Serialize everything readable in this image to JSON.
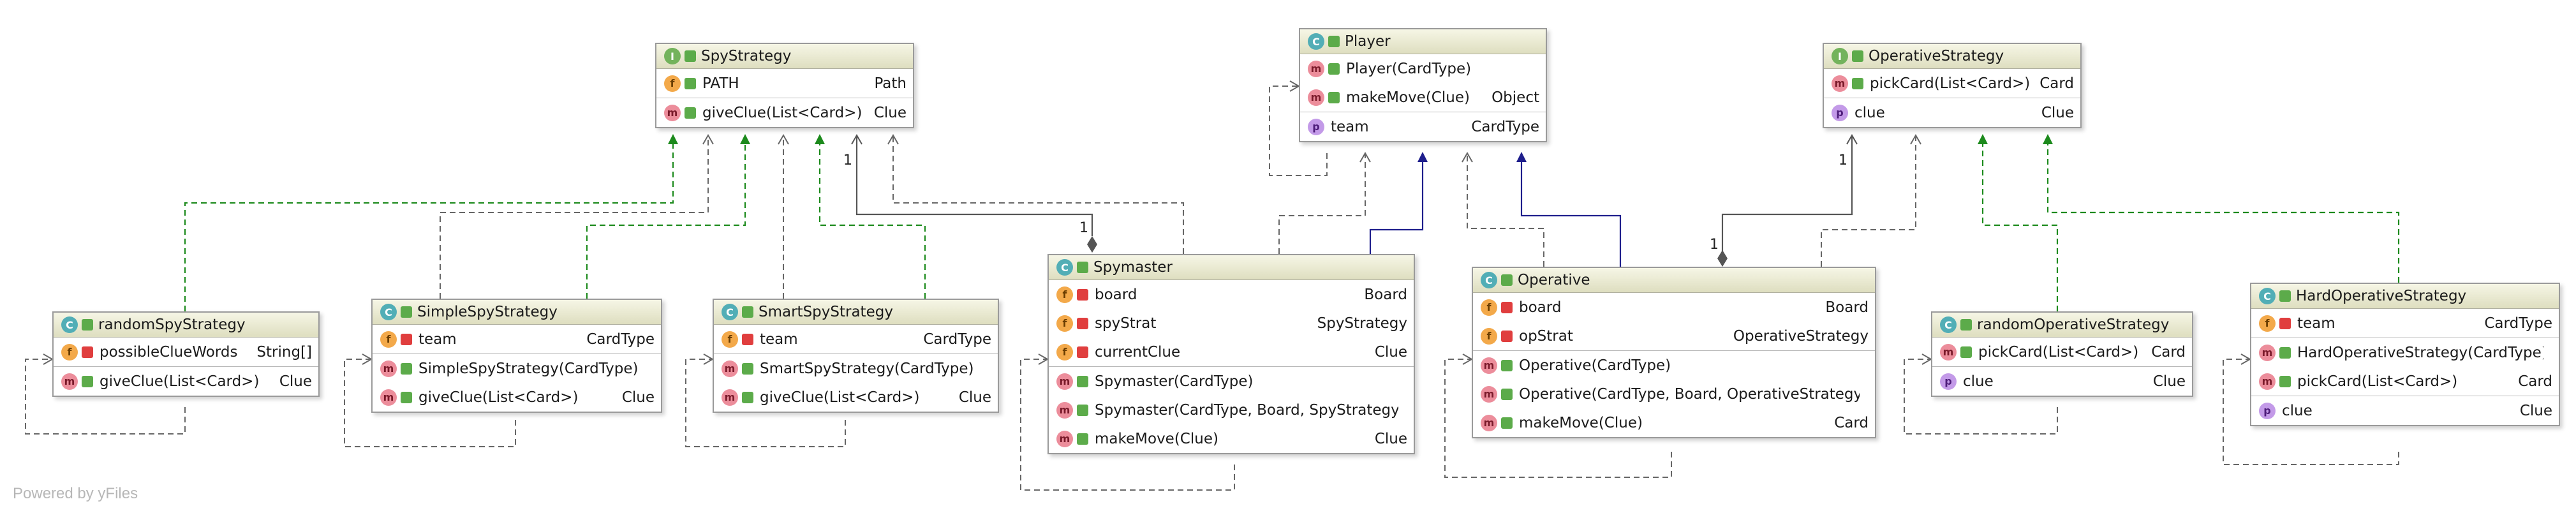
{
  "classes": {
    "spy_strategy": {
      "kind": "I",
      "name": "SpyStrategy",
      "fields": [
        {
          "kind": "f",
          "name": "PATH",
          "type": "Path"
        }
      ],
      "methods": [
        {
          "kind": "m",
          "name": "giveClue(List<Card>)",
          "type": "Clue"
        }
      ]
    },
    "player": {
      "kind": "C",
      "name": "Player",
      "methods": [
        {
          "kind": "m",
          "name": "Player(CardType)",
          "type": ""
        },
        {
          "kind": "m",
          "name": "makeMove(Clue)",
          "type": "Object"
        }
      ],
      "properties": [
        {
          "kind": "p",
          "name": "team",
          "type": "CardType"
        }
      ]
    },
    "operative_strategy": {
      "kind": "I",
      "name": "OperativeStrategy",
      "methods": [
        {
          "kind": "m",
          "name": "pickCard(List<Card>)",
          "type": "Card"
        }
      ],
      "properties": [
        {
          "kind": "p",
          "name": "clue",
          "type": "Clue"
        }
      ]
    },
    "random_spy_strategy": {
      "kind": "C",
      "name": "randomSpyStrategy",
      "fields": [
        {
          "kind": "f",
          "name": "possibleClueWords",
          "type": "String[]"
        }
      ],
      "methods": [
        {
          "kind": "m",
          "name": "giveClue(List<Card>)",
          "type": "Clue"
        }
      ]
    },
    "simple_spy_strategy": {
      "kind": "C",
      "name": "SimpleSpyStrategy",
      "fields": [
        {
          "kind": "f",
          "name": "team",
          "type": "CardType"
        }
      ],
      "methods": [
        {
          "kind": "m",
          "name": "SimpleSpyStrategy(CardType)",
          "type": ""
        },
        {
          "kind": "m",
          "name": "giveClue(List<Card>)",
          "type": "Clue"
        }
      ]
    },
    "smart_spy_strategy": {
      "kind": "C",
      "name": "SmartSpyStrategy",
      "fields": [
        {
          "kind": "f",
          "name": "team",
          "type": "CardType"
        }
      ],
      "methods": [
        {
          "kind": "m",
          "name": "SmartSpyStrategy(CardType)",
          "type": ""
        },
        {
          "kind": "m",
          "name": "giveClue(List<Card>)",
          "type": "Clue"
        }
      ]
    },
    "spymaster": {
      "kind": "C",
      "name": "Spymaster",
      "fields": [
        {
          "kind": "f",
          "name": "board",
          "type": "Board"
        },
        {
          "kind": "f",
          "name": "spyStrat",
          "type": "SpyStrategy"
        },
        {
          "kind": "f",
          "name": "currentClue",
          "type": "Clue"
        }
      ],
      "methods": [
        {
          "kind": "m",
          "name": "Spymaster(CardType)",
          "type": ""
        },
        {
          "kind": "m",
          "name": "Spymaster(CardType, Board, SpyStrategy)",
          "type": ""
        },
        {
          "kind": "m",
          "name": "makeMove(Clue)",
          "type": "Clue"
        }
      ]
    },
    "operative": {
      "kind": "C",
      "name": "Operative",
      "fields": [
        {
          "kind": "f",
          "name": "board",
          "type": "Board"
        },
        {
          "kind": "f",
          "name": "opStrat",
          "type": "OperativeStrategy"
        }
      ],
      "methods": [
        {
          "kind": "m",
          "name": "Operative(CardType)",
          "type": ""
        },
        {
          "kind": "m",
          "name": "Operative(CardType, Board, OperativeStrategy)",
          "type": ""
        },
        {
          "kind": "m",
          "name": "makeMove(Clue)",
          "type": "Card"
        }
      ]
    },
    "random_operative_strategy": {
      "kind": "C",
      "name": "randomOperativeStrategy",
      "methods": [
        {
          "kind": "m",
          "name": "pickCard(List<Card>)",
          "type": "Card"
        }
      ],
      "properties": [
        {
          "kind": "p",
          "name": "clue",
          "type": "Clue"
        }
      ]
    },
    "hard_operative_strategy": {
      "kind": "C",
      "name": "HardOperativeStrategy",
      "fields": [
        {
          "kind": "f",
          "name": "team",
          "type": "CardType"
        }
      ],
      "methods": [
        {
          "kind": "m",
          "name": "HardOperativeStrategy(CardType)",
          "type": ""
        },
        {
          "kind": "m",
          "name": "pickCard(List<Card>)",
          "type": "Card"
        }
      ],
      "properties": [
        {
          "kind": "p",
          "name": "clue",
          "type": "Clue"
        }
      ]
    }
  },
  "multiplicities": {
    "spymaster_spy_strategy_end": "1",
    "spymaster_own_end": "1",
    "operative_operative_strategy_end": "1",
    "operative_own_end": "1"
  },
  "colors": {
    "implementation_arrow": "#1c8a1c",
    "extends_arrow": "#1e1e8c",
    "dependency": "#666666",
    "association": "#555555",
    "header_gradient_top": "#f6f6e6",
    "header_gradient_bottom": "#dedec0"
  },
  "watermark": "Powered by yFiles"
}
